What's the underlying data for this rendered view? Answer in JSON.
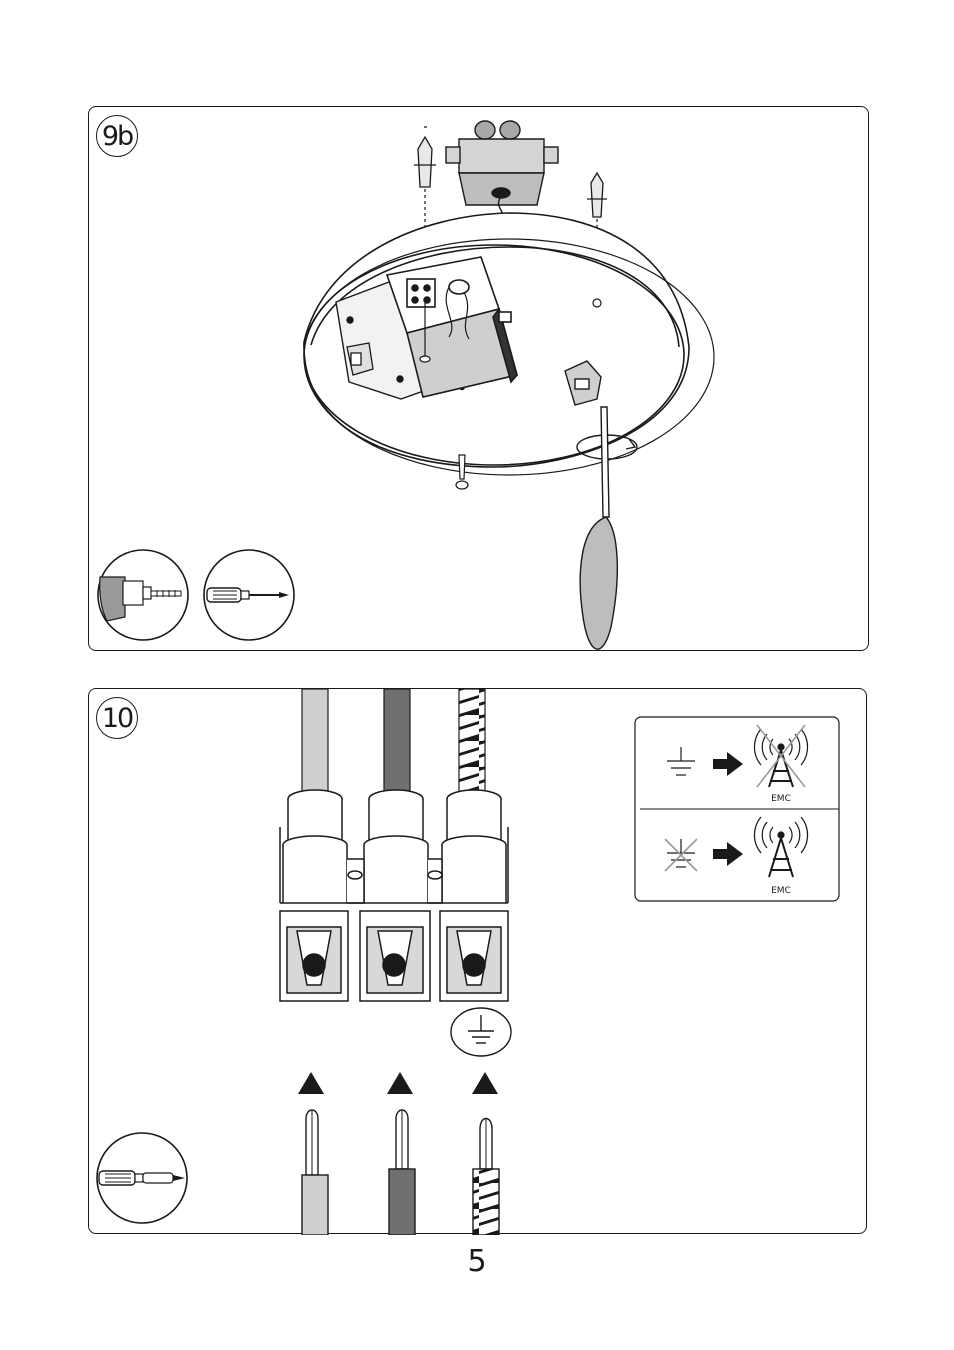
{
  "steps": [
    {
      "number": "9b",
      "tools": [
        "drill-icon",
        "screwdriver-icon"
      ]
    },
    {
      "number": "10",
      "tools": [
        "screwdriver-icon"
      ]
    }
  ],
  "emc_legend": {
    "rows": [
      {
        "symbol": "earth-ground-icon",
        "result": "emc-antenna-crossed-icon",
        "label": "EMC"
      },
      {
        "symbol": "earth-ground-crossed-icon",
        "result": "emc-antenna-icon",
        "label": "EMC"
      }
    ]
  },
  "wires": [
    {
      "color": "#cfcfcf",
      "pattern": "solid"
    },
    {
      "color": "#707070",
      "pattern": "solid"
    },
    {
      "color": "#1a1a1a",
      "pattern": "striped"
    }
  ],
  "page_number": "5"
}
